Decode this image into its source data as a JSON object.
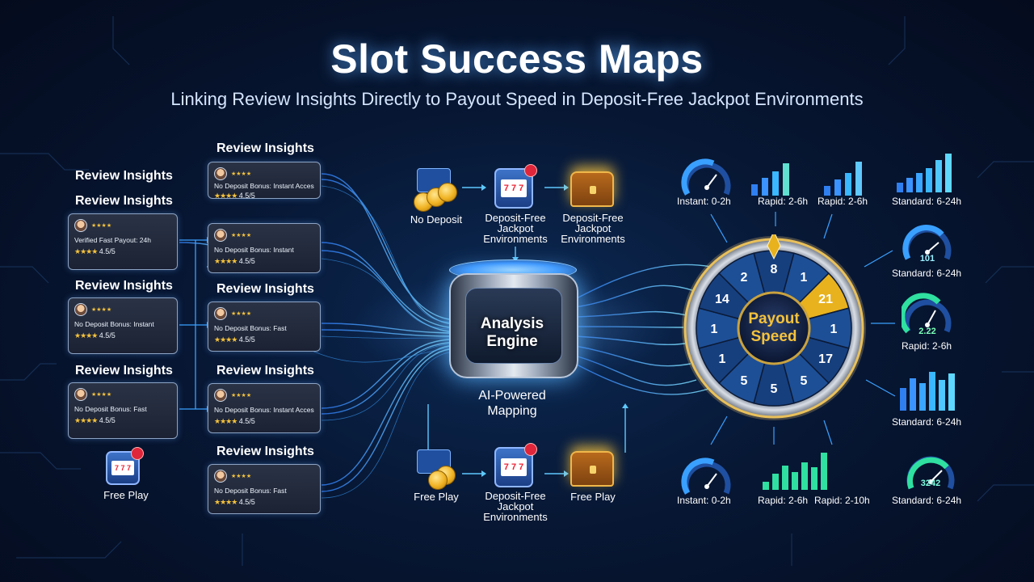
{
  "header": {
    "title": "Slot Success Maps",
    "subtitle": "Linking Review Insights Directly to Payout Speed in Deposit-Free Jackpot Environments"
  },
  "left_column": {
    "labels": [
      "Review Insights",
      "Review Insights",
      "Review Insights",
      "Review Insights"
    ],
    "cards": [
      {
        "text": "Verified Fast Payout: 24h",
        "rating": "4.5/5"
      },
      {
        "text": "No Deposit Bonus: Instant",
        "rating": "4.5/5"
      },
      {
        "text": "No Deposit Bonus: Fast",
        "rating": "4.5/5"
      }
    ],
    "free_play_label": "Free Play"
  },
  "mid_column": {
    "labels": [
      "Review Insights",
      "Review Insights",
      "Review Insights",
      "Review Insights"
    ],
    "cards": [
      {
        "text": "No Deposit Bonus: Instant Access",
        "rating": "4.5/5"
      },
      {
        "text": "No Deposit Bonus: Instant",
        "rating": "4.5/5"
      },
      {
        "text": "No Deposit Bonus: Fast",
        "rating": "4.5/5"
      },
      {
        "text": "No Deposit Bonus: Instant Access",
        "rating": "4.5/5"
      },
      {
        "text": "No Deposit Bonus: Fast",
        "rating": "4.5/5"
      }
    ]
  },
  "top_flow": {
    "no_deposit": "No Deposit",
    "env1": "Deposit-Free Jackpot Environments",
    "env2": "Deposit-Free Jackpot Environments"
  },
  "engine": {
    "line1": "Analysis",
    "line2": "Engine",
    "ai_line1": "AI-Powered",
    "ai_line2": "Mapping"
  },
  "bottom_flow": {
    "free_play_1": "Free Play",
    "env": "Deposit-Free Jackpot Environments",
    "free_play_2": "Free Play"
  },
  "wheel": {
    "center_line1": "Payout",
    "center_line2": "Speed",
    "numbers": [
      "8",
      "1",
      "21",
      "1",
      "17",
      "5",
      "5",
      "5",
      "1",
      "1",
      "14",
      "2"
    ],
    "highlight_color": "#e8b21e",
    "segment_color": "#1d4f96"
  },
  "speed_labels": {
    "top_1": "Instant: 0-2h",
    "top_2": "Rapid: 2-6h",
    "top_3": "Rapid: 2-6h",
    "top_4": "Standard: 6-24h",
    "right_1": "Standard: 6-24h",
    "right_1_num": "101",
    "right_2": "Rapid: 2-6h",
    "right_2_num": "2.22",
    "right_3": "Standard: 6-24h",
    "bottom_1": "Instant: 0-2h",
    "bottom_2": "Rapid: 2-6h",
    "bottom_3": "Rapid: 2-10h",
    "bottom_4": "Standard: 6-24h",
    "bottom_4_num": "3242"
  },
  "icons": {
    "gauge": "speedometer-gauge-icon",
    "bars": "bar-chart-icon",
    "slot": "slot-machine-icon",
    "chest": "treasure-chest-icon",
    "coins": "coin-stack-icon"
  },
  "colors": {
    "accent": "#3aa0ff",
    "glow": "#5fc8ff",
    "gold": "#e8b21e",
    "star": "#f5c23c",
    "gauge_green": "#2fe0a0"
  }
}
